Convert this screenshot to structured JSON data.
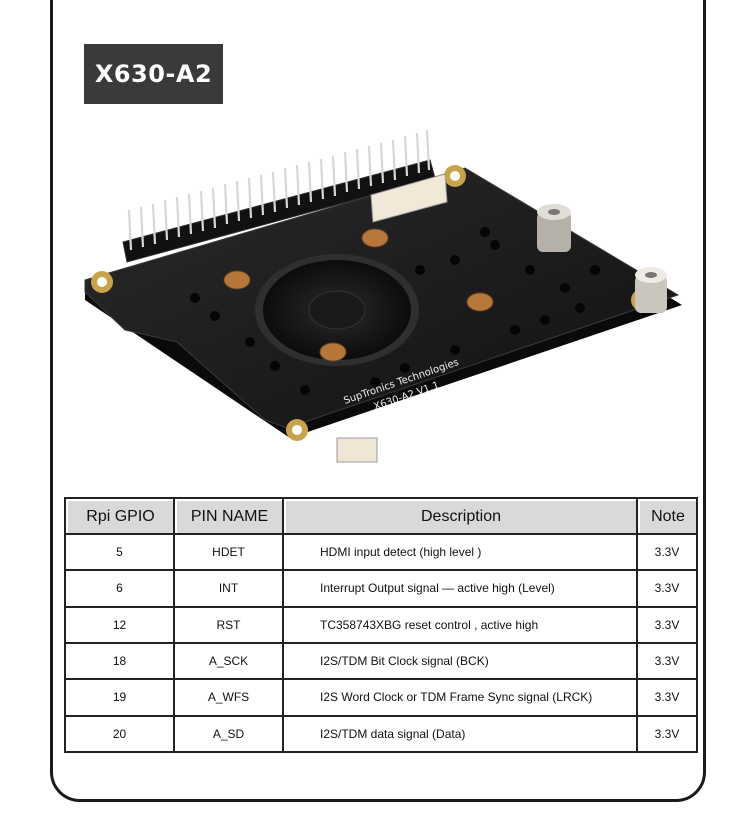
{
  "product_label": "X630-A2",
  "board": {
    "silkscreen_line1": "SupTronics Technologies",
    "silkscreen_line2": "X630-A2 V1.1"
  },
  "table": {
    "headers": [
      "Rpi GPIO",
      "PIN NAME",
      "Description",
      "Note"
    ],
    "rows": [
      {
        "gpio": "5",
        "pin": "HDET",
        "desc": "HDMI input detect (high level )",
        "note": "3.3V"
      },
      {
        "gpio": "6",
        "pin": "INT",
        "desc": "Interrupt Output signal — active high (Level)",
        "note": "3.3V"
      },
      {
        "gpio": "12",
        "pin": "RST",
        "desc": "TC358743XBG reset control , active high",
        "note": "3.3V"
      },
      {
        "gpio": "18",
        "pin": "A_SCK",
        "desc": "I2S/TDM Bit Clock signal (BCK)",
        "note": "3.3V"
      },
      {
        "gpio": "19",
        "pin": "A_WFS",
        "desc": "I2S Word Clock or TDM Frame Sync signal (LRCK)",
        "note": "3.3V"
      },
      {
        "gpio": "20",
        "pin": "A_SD",
        "desc": "I2S/TDM data signal (Data)",
        "note": "3.3V"
      }
    ]
  },
  "colors": {
    "pcb": "#1c1c1c",
    "gold": "#c9a34a",
    "header_bg": "#d9d9d9",
    "label_bg": "#3a3a3a"
  }
}
